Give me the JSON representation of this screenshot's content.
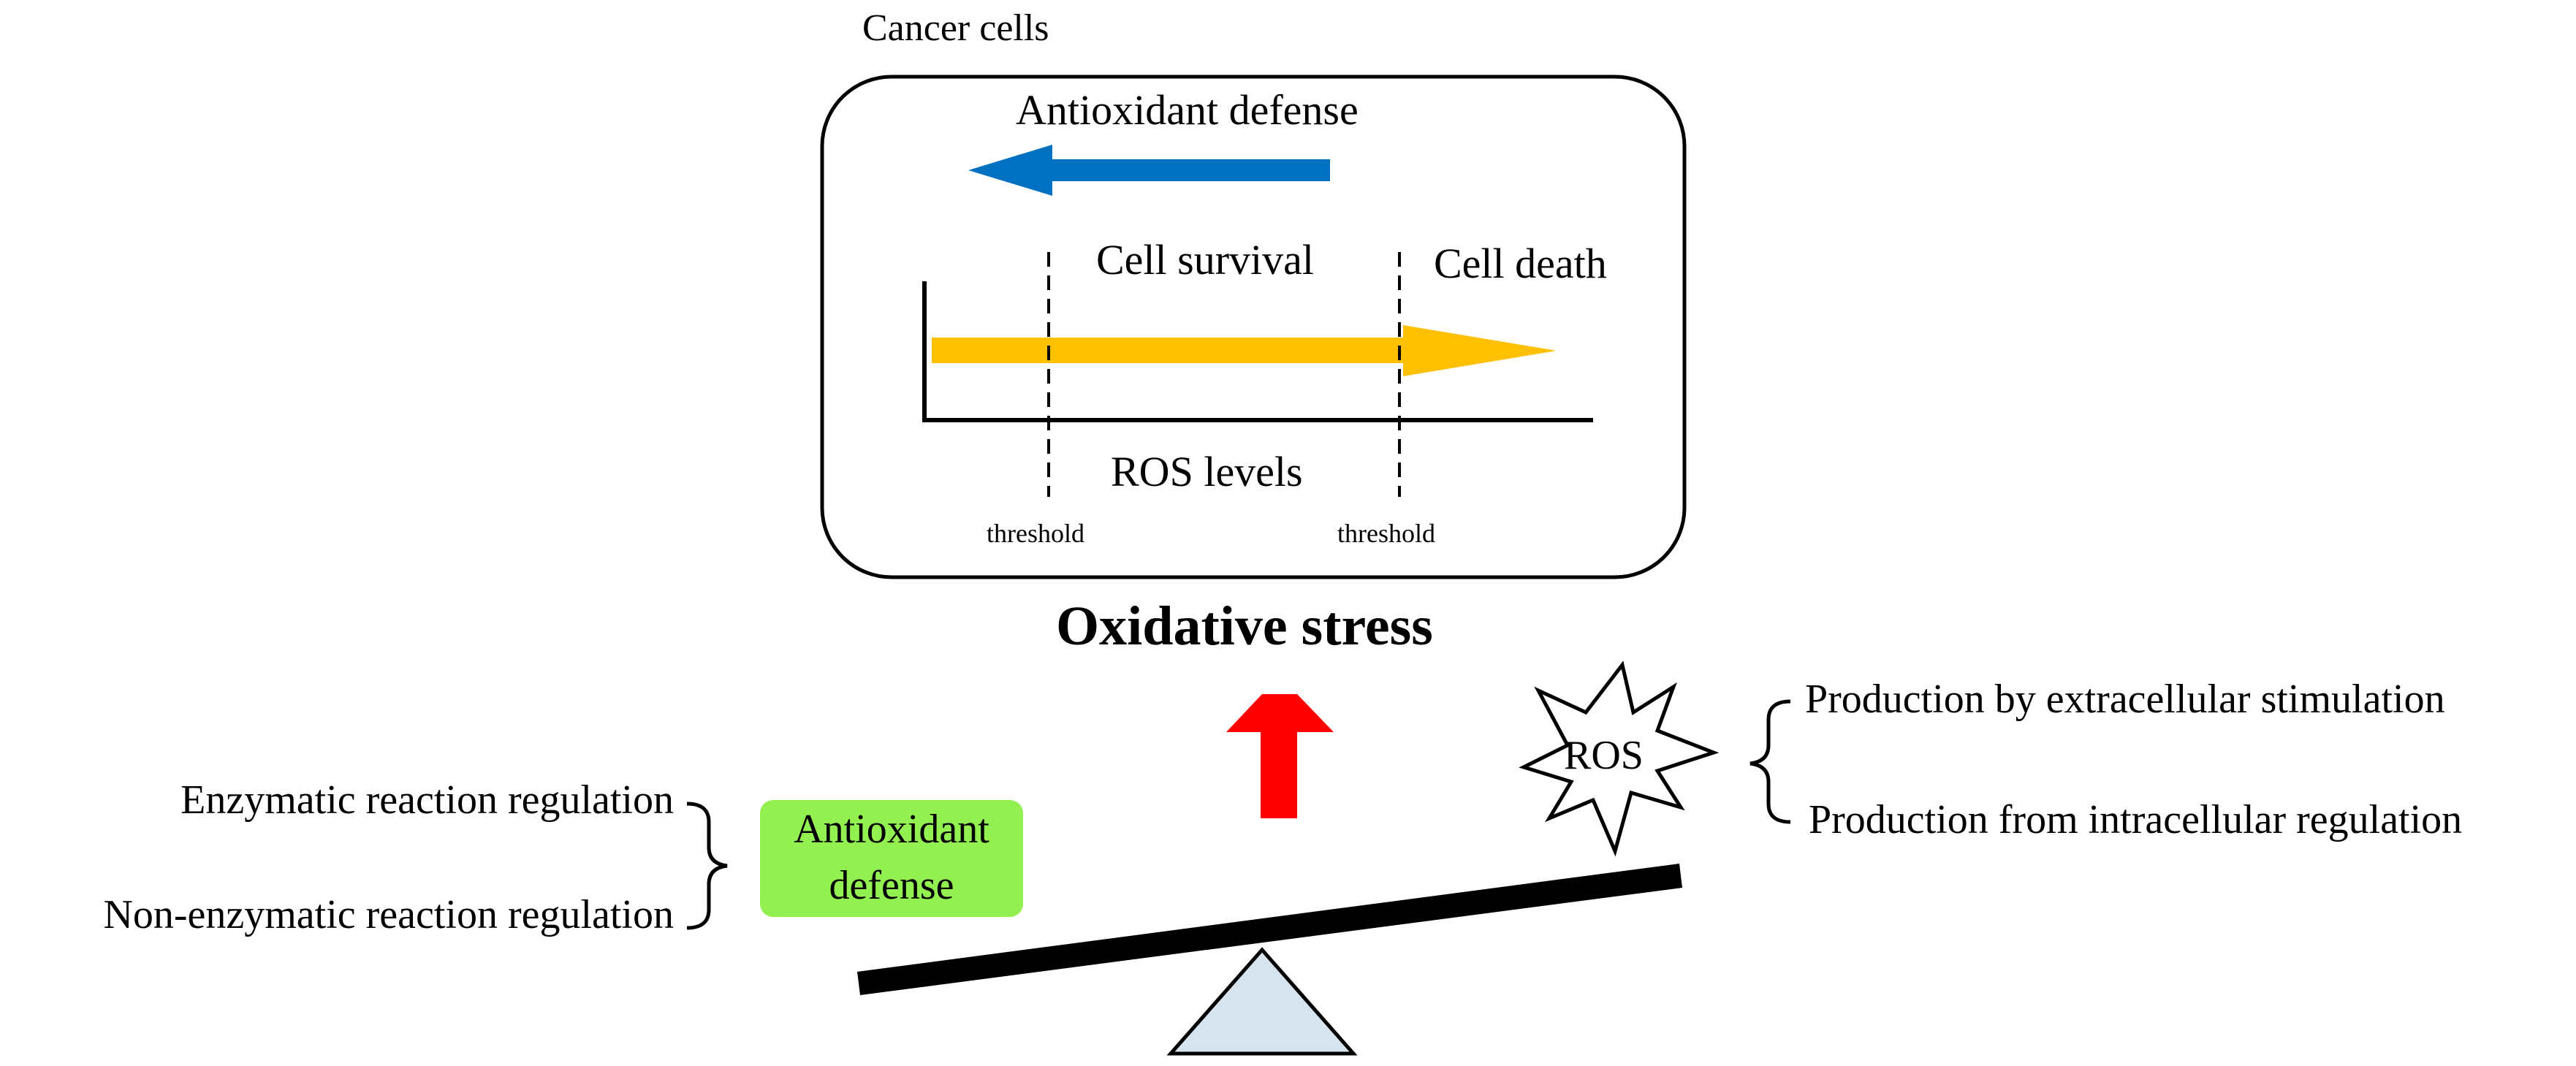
{
  "cancer_cells_label": "Cancer cells",
  "box": {
    "antioxidant_defense_label": "Antioxidant defense",
    "cell_survival_label": "Cell survival",
    "cell_death_label": "Cell death",
    "ros_levels_label": "ROS levels",
    "threshold_left_label": "threshold",
    "threshold_right_label": "threshold"
  },
  "oxidative_stress_title": "Oxidative stress",
  "ros_burst_label": "ROS",
  "ros_sources": [
    "Production by extracellular stimulation",
    "Production from intracellular regulation"
  ],
  "antioxidant_box": {
    "line1": "Antioxidant",
    "line2": "defense"
  },
  "antioxidant_sources": [
    "Enzymatic reaction regulation",
    "Non-enzymatic reaction regulation"
  ],
  "colors": {
    "blue_arrow": "#0070C0",
    "yellow_arrow": "#FFC000",
    "red_arrow": "#FF0000",
    "green_box": "#92F050",
    "fulcrum": "#D6E4EF"
  }
}
